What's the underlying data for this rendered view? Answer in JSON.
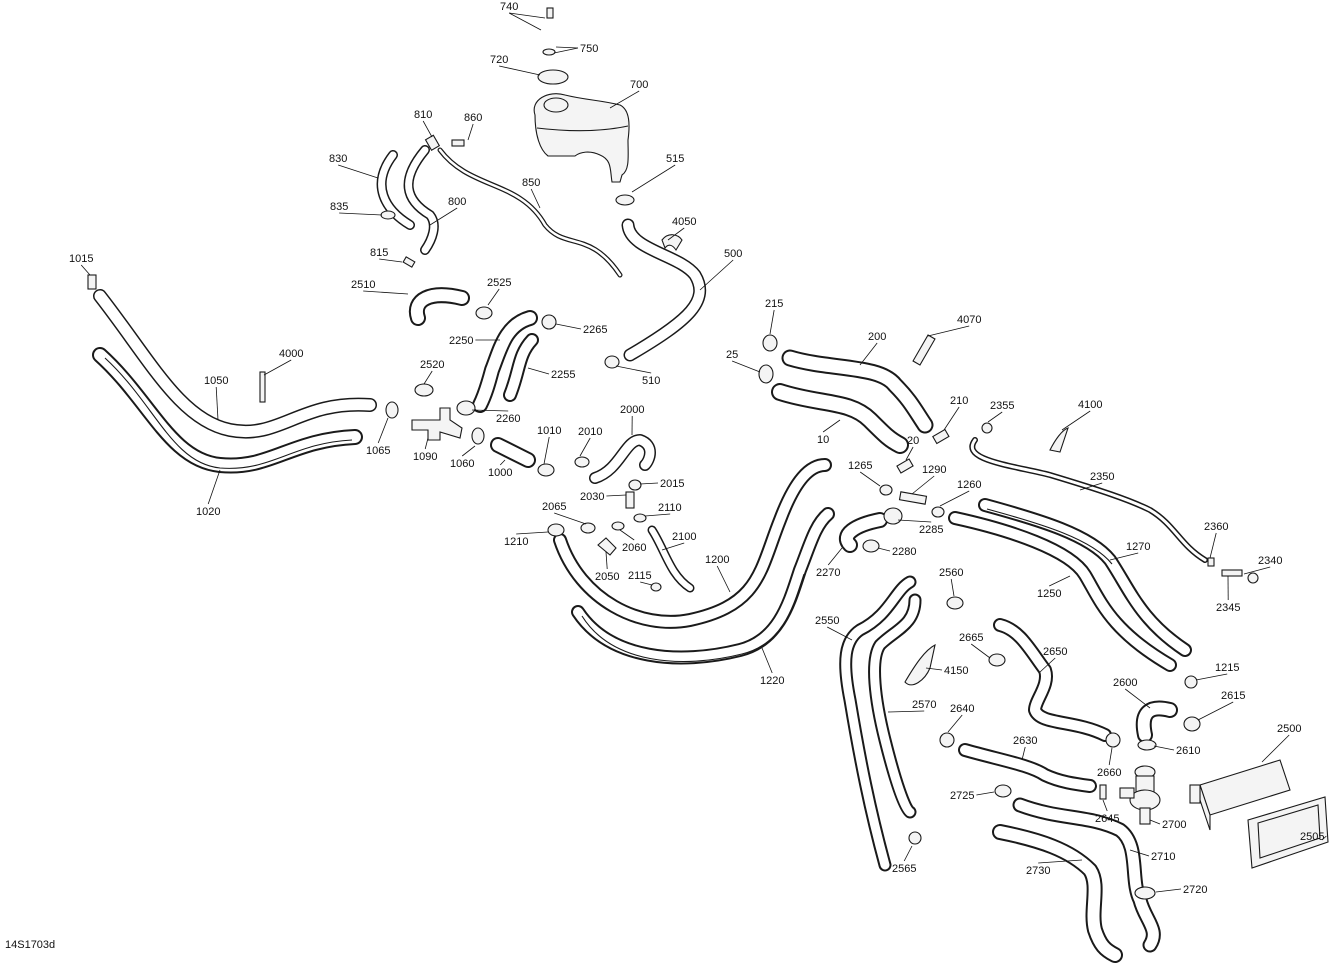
{
  "diagram": {
    "reference": "14S1703d",
    "parts": [
      "740",
      "750",
      "720",
      "700",
      "810",
      "860",
      "830",
      "850",
      "835",
      "800",
      "815",
      "515",
      "4050",
      "500",
      "1015",
      "2510",
      "2525",
      "2265",
      "2250",
      "2255",
      "4000",
      "1050",
      "2520",
      "2260",
      "1065",
      "1090",
      "1060",
      "1000",
      "1010",
      "2010",
      "2000",
      "2015",
      "2030",
      "2110",
      "2065",
      "2060",
      "1210",
      "2050",
      "2100",
      "2115",
      "1200",
      "1220",
      "510",
      "215",
      "200",
      "4070",
      "25",
      "10",
      "210",
      "20",
      "2355",
      "4100",
      "1265",
      "1290",
      "1260",
      "2285",
      "2350",
      "2280",
      "2270",
      "2360",
      "1270",
      "2340",
      "2345",
      "1250",
      "2560",
      "2550",
      "2665",
      "2650",
      "4150",
      "2570",
      "1215",
      "2600",
      "2615",
      "2640",
      "2630",
      "2610",
      "2660",
      "2500",
      "2725",
      "2645",
      "2700",
      "2710",
      "2505",
      "2720",
      "2730",
      "2565",
      "1020"
    ]
  }
}
